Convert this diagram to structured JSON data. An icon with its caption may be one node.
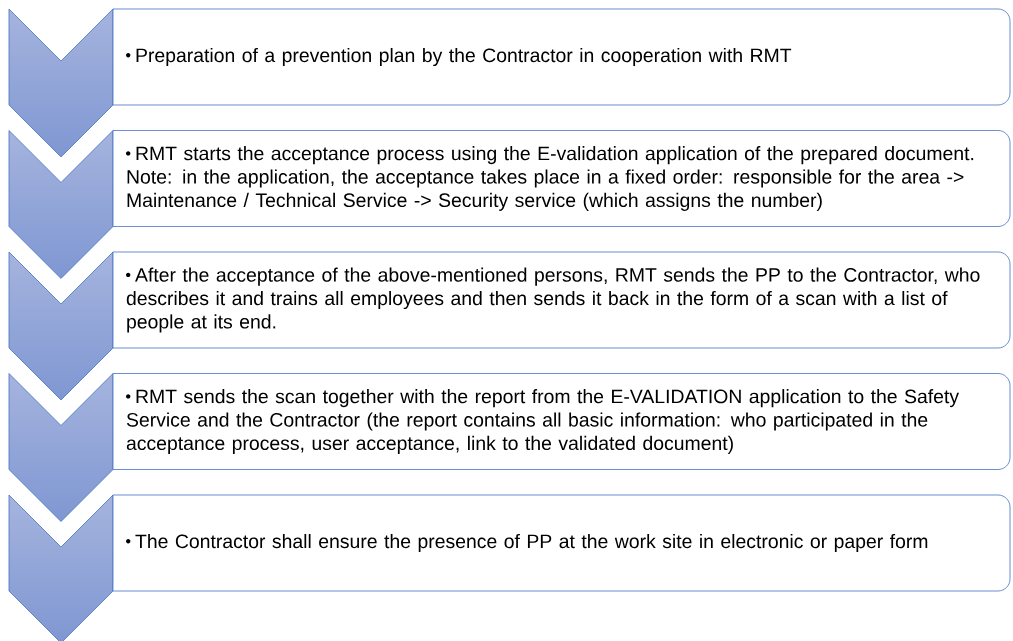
{
  "diagram": {
    "nodes": [
      {
        "text": [],
        "shape": "chevron"
      },
      {
        "text": [
          "Preparation of a prevention plan by the Contractor in cooperation with RMT"
        ]
      },
      {
        "text": [],
        "shape": "chevron"
      },
      {
        "text": [
          "RMT starts the acceptance process using the E-validation application of the prepared document. Note: in the application, the acceptance takes place in a fixed order: responsible for the area -> Maintenance / Technical Service -> Security service (which assigns the number)"
        ]
      },
      {
        "text": [],
        "shape": "chevron"
      },
      {
        "text": [
          "After the acceptance of the above-mentioned persons, RMT sends the PP to the Contractor, who describes it and trains all employees and then sends it back in the form of a scan with a list of people at its end."
        ]
      },
      {
        "text": [],
        "shape": "chevron"
      },
      {
        "text": [
          "RMT sends the scan together with the report from the E-VALIDATION application to the Safety Service and the Contractor (the report contains all basic information: who participated in the acceptance process, user acceptance, link to the validated document)"
        ]
      },
      {
        "text": [],
        "shape": "chevron"
      },
      {
        "text": [
          "The Contractor shall ensure the presence of PP at the work site in electronic or paper form"
        ]
      }
    ]
  }
}
